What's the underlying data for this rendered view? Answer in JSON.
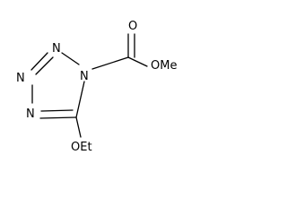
{
  "molecule": {
    "atoms": {
      "n2": "N",
      "n3": "N",
      "n4": "N",
      "n1": "N",
      "o_carbonyl": "O",
      "ome": "OMe",
      "oet": "OEt"
    }
  }
}
